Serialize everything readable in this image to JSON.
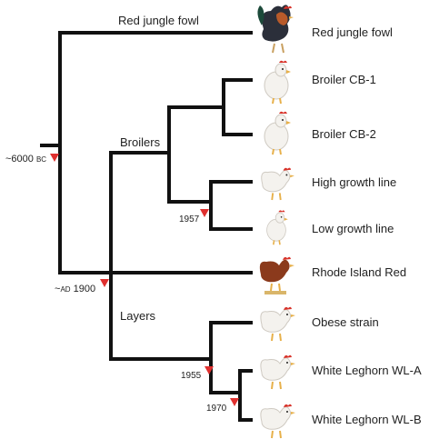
{
  "tree": {
    "clade_labels": {
      "red_jungle_fowl": "Red jungle fowl",
      "broilers": "Broilers",
      "layers": "Layers"
    },
    "divergence_labels": {
      "root": {
        "prefix": "~6000 ",
        "suffix": "BC"
      },
      "split_1900": {
        "prefix": "~",
        "mid": "AD",
        "suffix": " 1900"
      },
      "growth_1957": "1957",
      "obese_1955": "1955",
      "leghorn_1970": "1970"
    },
    "taxa": [
      {
        "name": "Red jungle fowl",
        "icon": "rooster-icon"
      },
      {
        "name": "Broiler CB-1",
        "icon": "white-chicken-icon"
      },
      {
        "name": "Broiler CB-2",
        "icon": "white-chicken-icon"
      },
      {
        "name": "High growth line",
        "icon": "white-chicken-icon"
      },
      {
        "name": "Low growth line",
        "icon": "white-chicken-icon"
      },
      {
        "name": "Rhode Island Red",
        "icon": "brown-hen-icon"
      },
      {
        "name": "Obese strain",
        "icon": "white-hen-icon"
      },
      {
        "name": "White Leghorn WL-A",
        "icon": "white-hen-icon"
      },
      {
        "name": "White Leghorn WL-B",
        "icon": "white-hen-icon"
      }
    ],
    "colors": {
      "branch": "#111111",
      "marker": "#e0302f",
      "brown_hen": "#8b3a1c",
      "white_bird": "#f4f2ee",
      "comb": "#d8332a"
    }
  }
}
